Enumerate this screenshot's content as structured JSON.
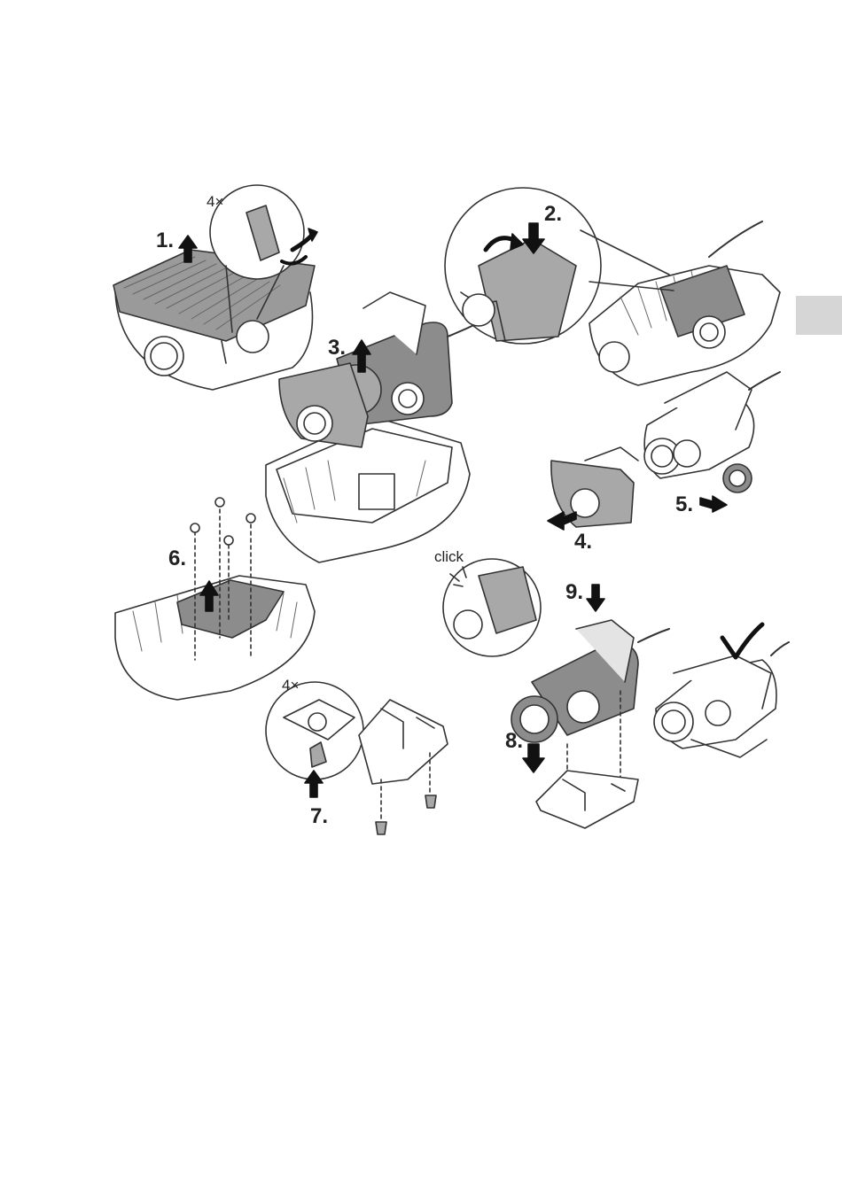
{
  "steps": {
    "s1": "1.",
    "s2": "2.",
    "s3": "3.",
    "s4": "4.",
    "s5": "5.",
    "s6": "6.",
    "s7": "7.",
    "s8": "8.",
    "s9": "9."
  },
  "callouts": {
    "count_top": "4×",
    "count_bottom": "4×",
    "click": "click"
  },
  "colors": {
    "line": "#333333",
    "shade_dark": "#8c8c8c",
    "shade_mid": "#a8a8a8",
    "shade_light": "#e4e4e4",
    "tab": "#d6d6d6"
  }
}
